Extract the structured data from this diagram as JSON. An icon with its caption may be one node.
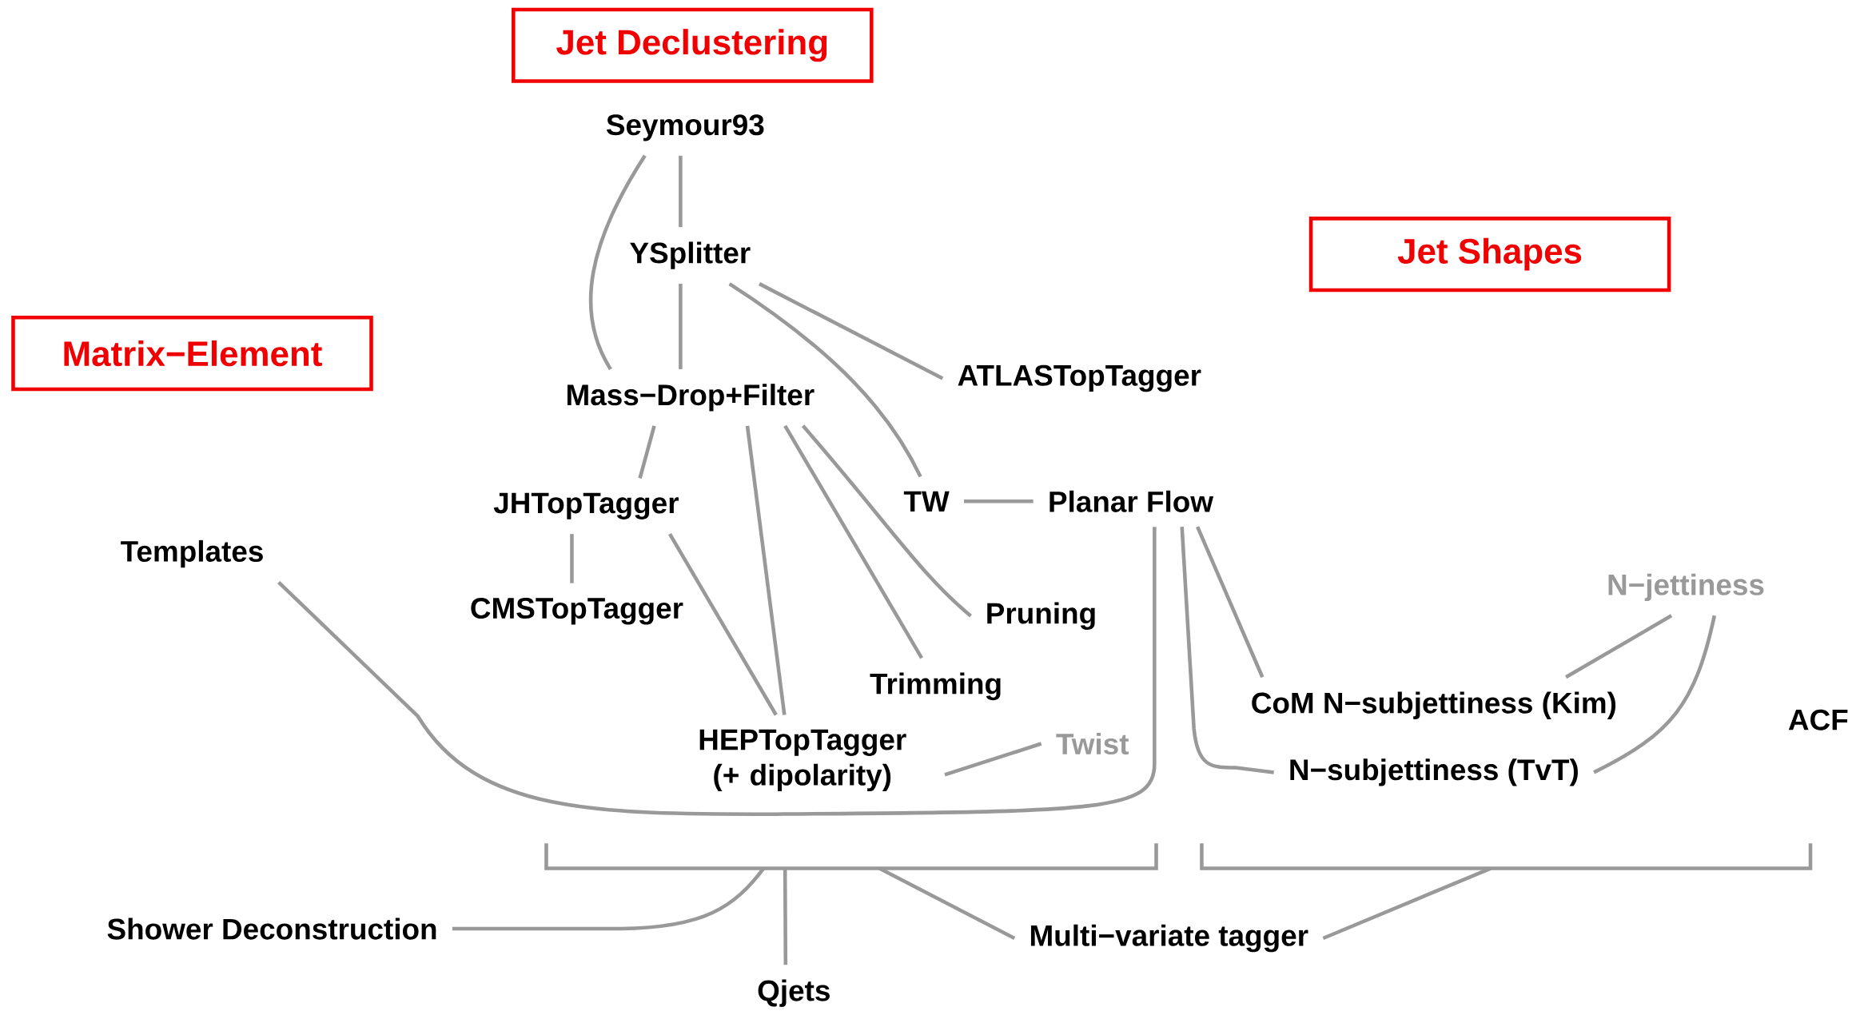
{
  "diagram": {
    "nodes": [
      {
        "text": [
          "Jet Declustering"
        ]
      },
      {
        "text": [
          "Jet Shapes"
        ]
      },
      {
        "text": [
          "Matrix−Element"
        ]
      },
      {
        "text": [
          "Seymour93"
        ]
      },
      {
        "text": [
          "YSplitter"
        ]
      },
      {
        "text": [
          "Mass−Drop+Filter"
        ]
      },
      {
        "text": [
          "ATLASTopTagger"
        ]
      },
      {
        "text": [
          "JHTopTagger"
        ]
      },
      {
        "text": [
          "TW"
        ]
      },
      {
        "text": [
          "Planar Flow"
        ]
      },
      {
        "text": [
          "Templates"
        ]
      },
      {
        "text": [
          "CMSTopTagger"
        ]
      },
      {
        "text": [
          "Pruning"
        ]
      },
      {
        "text": [
          "Trimming"
        ]
      },
      {
        "text": [
          "HEPTopTagger (+ dipolarity)"
        ]
      },
      {
        "text": [
          "Twist"
        ]
      },
      {
        "text": [
          "N−jettiness"
        ]
      },
      {
        "text": [
          "CoM N−subjettiness (Kim)"
        ]
      },
      {
        "text": [
          "N−subjettiness (TvT)"
        ]
      },
      {
        "text": [
          "ACF"
        ]
      },
      {
        "text": [],
        "shape": "bracket"
      },
      {
        "text": [],
        "shape": "bracket"
      },
      {
        "text": [
          "Shower Deconstruction"
        ]
      },
      {
        "text": [
          "Multi−variate tagger"
        ]
      },
      {
        "text": [
          "Qjets"
        ]
      }
    ],
    "edges": [
      {
        "from": 3,
        "to": 4,
        "arrow": "none"
      },
      {
        "from": 3,
        "to": 5,
        "arrow": "none"
      },
      {
        "from": 4,
        "to": 5,
        "arrow": "none"
      },
      {
        "from": 4,
        "to": 6,
        "arrow": "none"
      },
      {
        "from": 4,
        "to": 8,
        "arrow": "none"
      },
      {
        "from": 5,
        "to": 7,
        "arrow": "none"
      },
      {
        "from": 5,
        "to": 14,
        "arrow": "none"
      },
      {
        "from": 5,
        "to": 13,
        "arrow": "none"
      },
      {
        "from": 5,
        "to": 12,
        "arrow": "none"
      },
      {
        "from": 7,
        "to": 11,
        "arrow": "none"
      },
      {
        "from": 7,
        "to": 14,
        "arrow": "none"
      },
      {
        "from": 8,
        "to": 9,
        "arrow": "none"
      },
      {
        "from": 10,
        "to": 9,
        "arrow": "none"
      },
      {
        "from": 9,
        "to": 17,
        "arrow": "none"
      },
      {
        "from": 9,
        "to": 18,
        "arrow": "none"
      },
      {
        "from": 14,
        "to": 15,
        "arrow": "none"
      },
      {
        "from": 16,
        "to": 17,
        "arrow": "none"
      },
      {
        "from": 16,
        "to": 18,
        "arrow": "none"
      },
      {
        "from": 20,
        "to": 22,
        "arrow": "none"
      },
      {
        "from": 20,
        "to": 24,
        "arrow": "none"
      },
      {
        "from": 20,
        "to": 23,
        "arrow": "none"
      },
      {
        "from": 21,
        "to": 23,
        "arrow": "none"
      }
    ]
  }
}
